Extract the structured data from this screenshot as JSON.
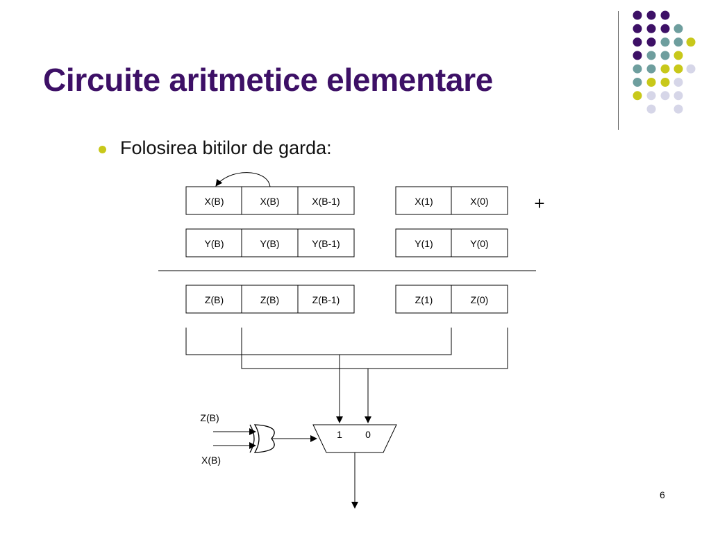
{
  "slide": {
    "title": "Circuite aritmetice elementare",
    "bullet": "Folosirea bitilor de garda:",
    "page_number": "6"
  },
  "colors": {
    "title": "#3d1066",
    "bullet": "#c8c81a",
    "dot_purple": "#3d1066",
    "dot_teal": "#6e9e9e",
    "dot_yellow": "#c8c81a",
    "dot_lavender": "#d6d6e8"
  },
  "diagram": {
    "plus_sign": "+",
    "rows": {
      "x": [
        "X(B)",
        "X(B)",
        "X(B-1)",
        "X(1)",
        "X(0)"
      ],
      "y": [
        "Y(B)",
        "Y(B)",
        "Y(B-1)",
        "Y(1)",
        "Y(0)"
      ],
      "z": [
        "Z(B)",
        "Z(B)",
        "Z(B-1)",
        "Z(1)",
        "Z(0)"
      ]
    },
    "mux_inputs": [
      "1",
      "0"
    ],
    "xor_inputs": [
      "Z(B)",
      "X(B)"
    ]
  }
}
